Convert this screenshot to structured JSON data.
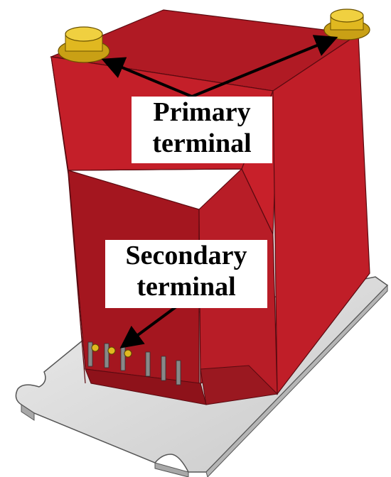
{
  "labels": {
    "primary": [
      "Primary",
      "terminal"
    ],
    "secondary": [
      "Secondary",
      "terminal"
    ]
  },
  "colors": {
    "body_red": "#c8202a",
    "body_dark": "#9e1820",
    "base_plate": "#dcdcdc",
    "terminal_gold": "#e0b820",
    "arrow": "#000000"
  }
}
